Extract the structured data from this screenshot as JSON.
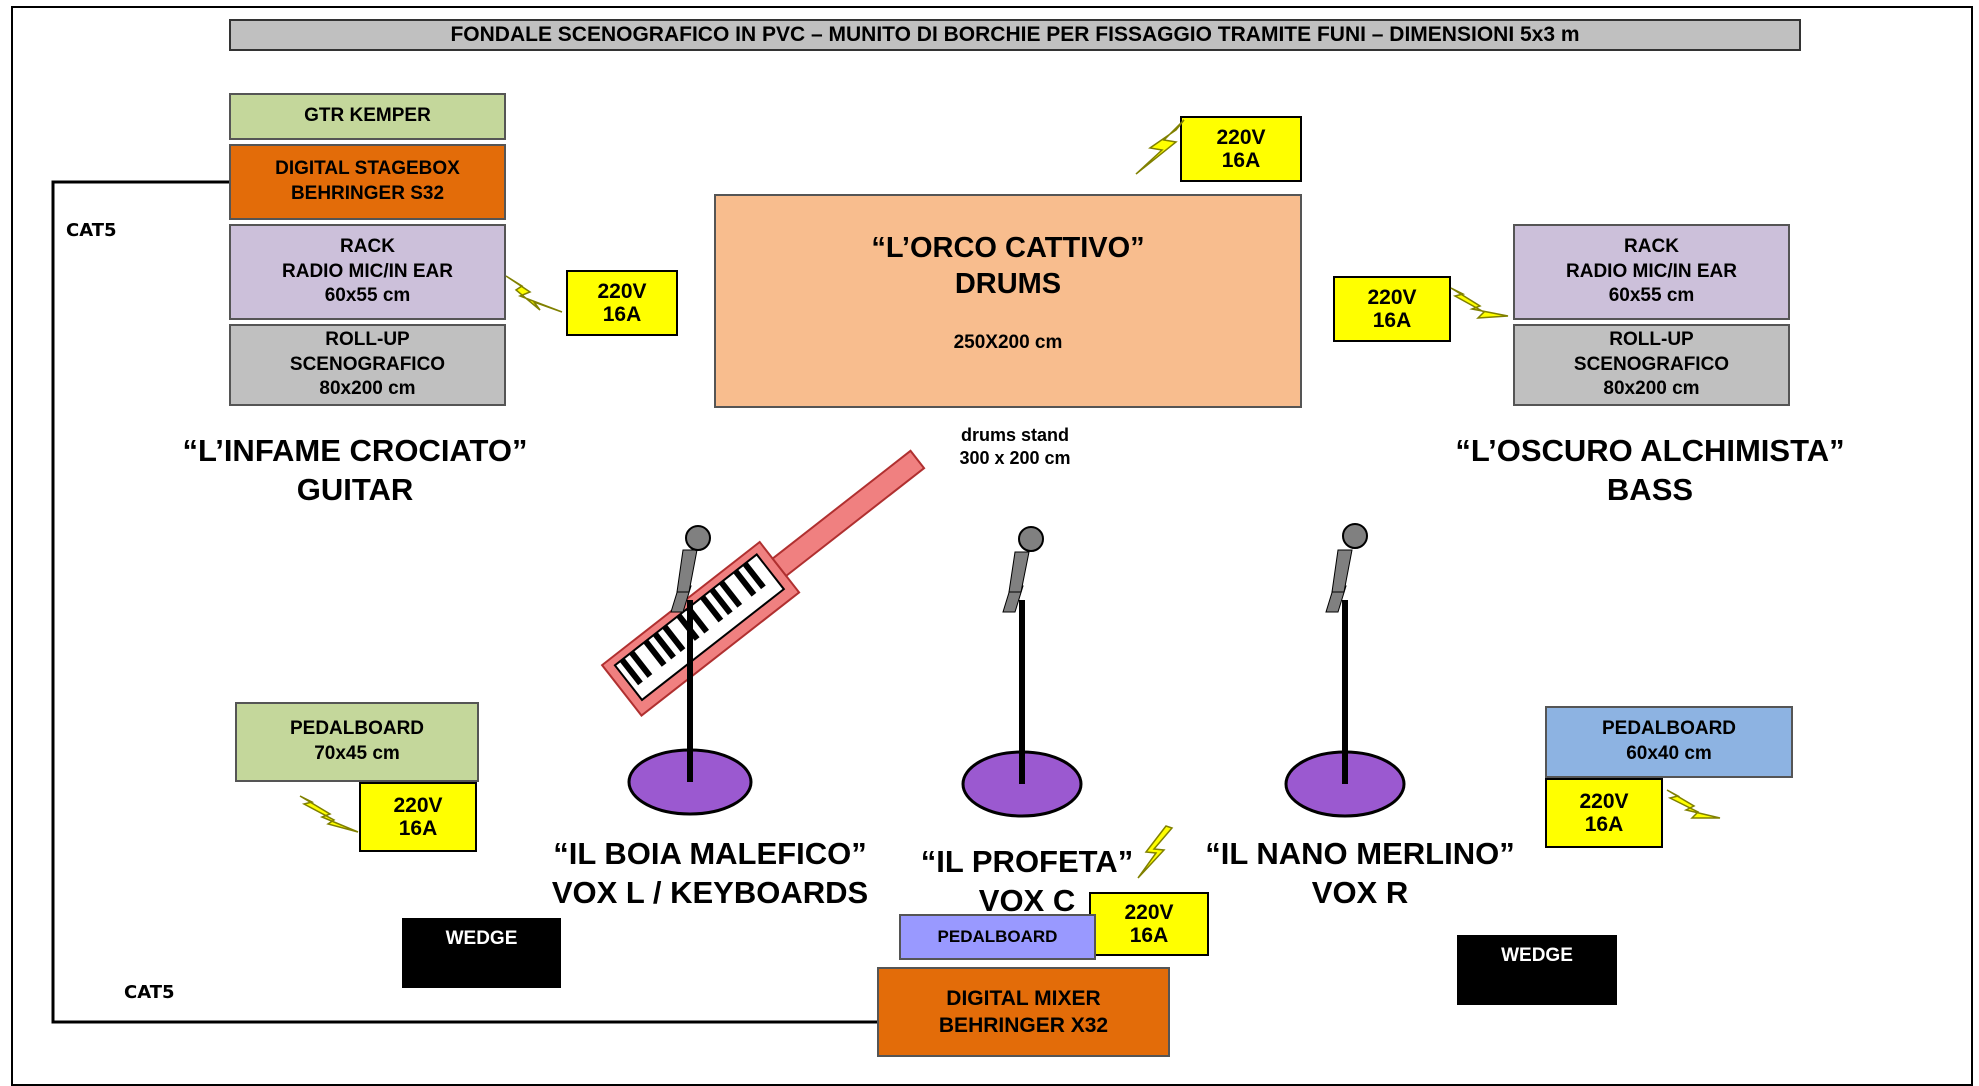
{
  "title": "FONDALE SCENOGRAFICO IN PVC – MUNITO DI BORCHIE PER FISSAGGIO TRAMITE FUNI – DIMENSIONI 5x3 m",
  "guitar": {
    "gtr_kemper": "GTR KEMPER",
    "stagebox": "DIGITAL STAGEBOX\nBEHRINGER S32",
    "rack": "RACK\nRADIO MIC/IN EAR\n60x55 cm",
    "rollup": "ROLL-UP\nSCENOGRAFICO\n80x200 cm",
    "player": "“L’INFAME CROCIATO”\nGUITAR",
    "pedalboard": "PEDALBOARD\n70x45 cm"
  },
  "drums": {
    "name": "“L’ORCO CATTIVO”\nDRUMS",
    "size": "250X200 cm",
    "stand": "drums stand\n300 x 200 cm"
  },
  "bass": {
    "rack": "RACK\nRADIO MIC/IN EAR\n60x55 cm",
    "rollup": "ROLL-UP\nSCENOGRAFICO\n80x200 cm",
    "player": "“L’OSCURO ALCHIMISTA”\nBASS",
    "pedalboard": "PEDALBOARD\n60x40 cm"
  },
  "vox_l": {
    "player": "“IL BOIA MALEFICO”\nVOX L / KEYBOARDS"
  },
  "vox_c": {
    "player": "“IL PROFETA”\nVOX C",
    "pedalboard": "PEDALBOARD"
  },
  "vox_r": {
    "player": "“IL NANO MERLINO”\nVOX R"
  },
  "power": {
    "voltage": "220V",
    "amps": "16A"
  },
  "wedge": "WEDGE",
  "mixer": "DIGITAL MIXER\nBEHRINGER X32",
  "cable": "CAT5",
  "colors": {
    "green": "#c4d79b",
    "orange": "#e36c09",
    "lilac": "#ccc0da",
    "gray": "#c0c0c0",
    "peach": "#f8bd8e",
    "blue": "#8db3e2",
    "pedal_blue": "#9999ff",
    "power": "#ffff00",
    "mic_base": "#9b59d0"
  },
  "icons": [
    "microphone-stand-icon",
    "keytar-icon",
    "lightning-icon"
  ]
}
